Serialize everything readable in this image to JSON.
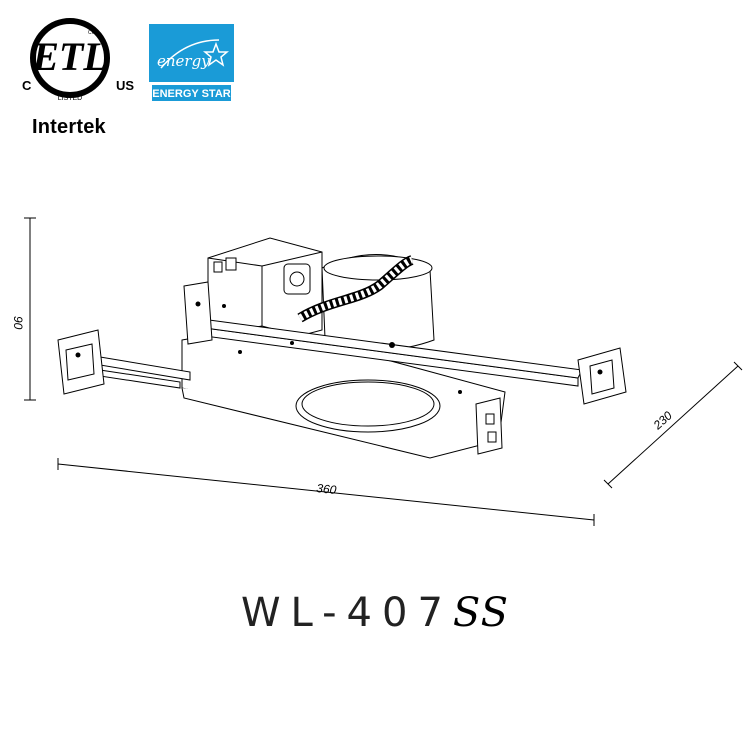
{
  "logos": {
    "etl": {
      "mark_text": "ETL",
      "c_text": "C",
      "us_text": "US",
      "listed_text": "LISTED",
      "cm_text": "CM",
      "company": "Intertek"
    },
    "energy_star": {
      "script_text": "energy",
      "label": "ENERGY STAR",
      "color": "#1a9bd7"
    }
  },
  "dimensions": {
    "height": "90",
    "width": "360",
    "depth": "230"
  },
  "model": {
    "number": "WL-407",
    "suffix": "SS"
  }
}
